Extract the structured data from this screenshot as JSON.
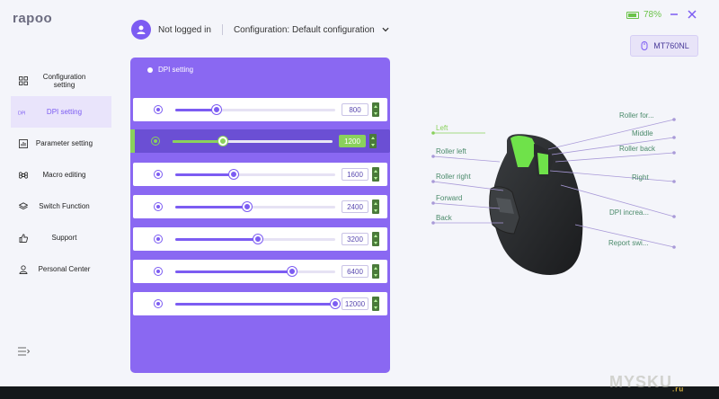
{
  "app": {
    "logo": "rapoo"
  },
  "window": {
    "battery_text": "78%",
    "minimize_icon": "minimize-icon",
    "close_icon": "close-icon"
  },
  "header": {
    "user_status": "Not logged in",
    "configuration": "Configuration: Default configuration"
  },
  "device": {
    "model": "MT760NL"
  },
  "sidebar": {
    "items": [
      {
        "label": "Configuration setting",
        "icon": "grid-icon",
        "active": false
      },
      {
        "label": "DPI setting",
        "icon": "dpi-icon",
        "active": true
      },
      {
        "label": "Parameter setting",
        "icon": "chart-icon",
        "active": false
      },
      {
        "label": "Macro editing",
        "icon": "command-icon",
        "active": false
      },
      {
        "label": "Switch Function",
        "icon": "layers-icon",
        "active": false
      },
      {
        "label": "Support",
        "icon": "thumbs-up-icon",
        "active": false
      },
      {
        "label": "Personal Center",
        "icon": "person-icon",
        "active": false
      }
    ]
  },
  "dpi": {
    "title": "DPI setting",
    "max": 12000,
    "levels": [
      {
        "value": "800",
        "active": false
      },
      {
        "value": "1200",
        "active": true
      },
      {
        "value": "1600",
        "active": false
      },
      {
        "value": "2400",
        "active": false
      },
      {
        "value": "3200",
        "active": false
      },
      {
        "value": "6400",
        "active": false
      },
      {
        "value": "12000",
        "active": false
      }
    ]
  },
  "mouse": {
    "callouts_left": [
      "Left",
      "Roller left",
      "Roller right",
      "Forward",
      "Back"
    ],
    "callouts_right": [
      "Roller for...",
      "Middle",
      "Roller back",
      "Right",
      "DPI increa...",
      "Report swi..."
    ]
  },
  "watermark": "MYSKU",
  "watermark_sub": ".ru",
  "colors": {
    "accent": "#7c5cf2",
    "active_green": "#8ad15c"
  }
}
